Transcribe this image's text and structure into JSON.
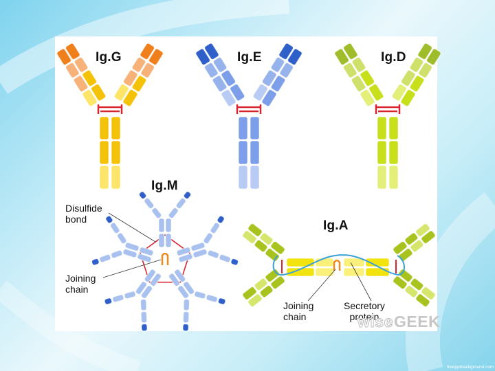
{
  "antibodies": {
    "igg": {
      "label": "Ig.G",
      "colors": {
        "tip": "#ef7f1a",
        "tip_light": "#f7b27a",
        "stem": "#f5c20a",
        "stem_light": "#fde56a"
      }
    },
    "ige": {
      "label": "Ig.E",
      "colors": {
        "tip": "#2f5fc9",
        "tip_light": "#97b3ec",
        "stem": "#7d9fea",
        "stem_light": "#b8cbf4"
      }
    },
    "igd": {
      "label": "Ig.D",
      "colors": {
        "tip": "#9fbc2a",
        "tip_light": "#cfe06b",
        "stem": "#c8df1c",
        "stem_light": "#e4ef7a"
      }
    },
    "igm": {
      "label": "Ig.M",
      "colors": {
        "tip": "#2f5fc9",
        "tip_light": "#a9c1ef"
      }
    },
    "iga": {
      "label": "Ig.A",
      "colors": {
        "arm": "#a8c21e",
        "arm_light": "#d6e66c",
        "stem": "#f2e20e",
        "stem_light": "#fbf17a"
      }
    }
  },
  "annotations": {
    "disulfide_bond": "Disulfide\nbond",
    "joining_chain_igm": "Joining\nchain",
    "joining_chain_iga": "Joining\nchain",
    "secretory_protein": "Secretory\nprotein"
  },
  "watermark": {
    "part1": "wise",
    "part2": "GEEK"
  },
  "source_credit": "freepptbackground.com",
  "colors": {
    "bond": "#d8242f",
    "joining_chain": "#f08a1c",
    "secretory": "#3aa0d8"
  }
}
